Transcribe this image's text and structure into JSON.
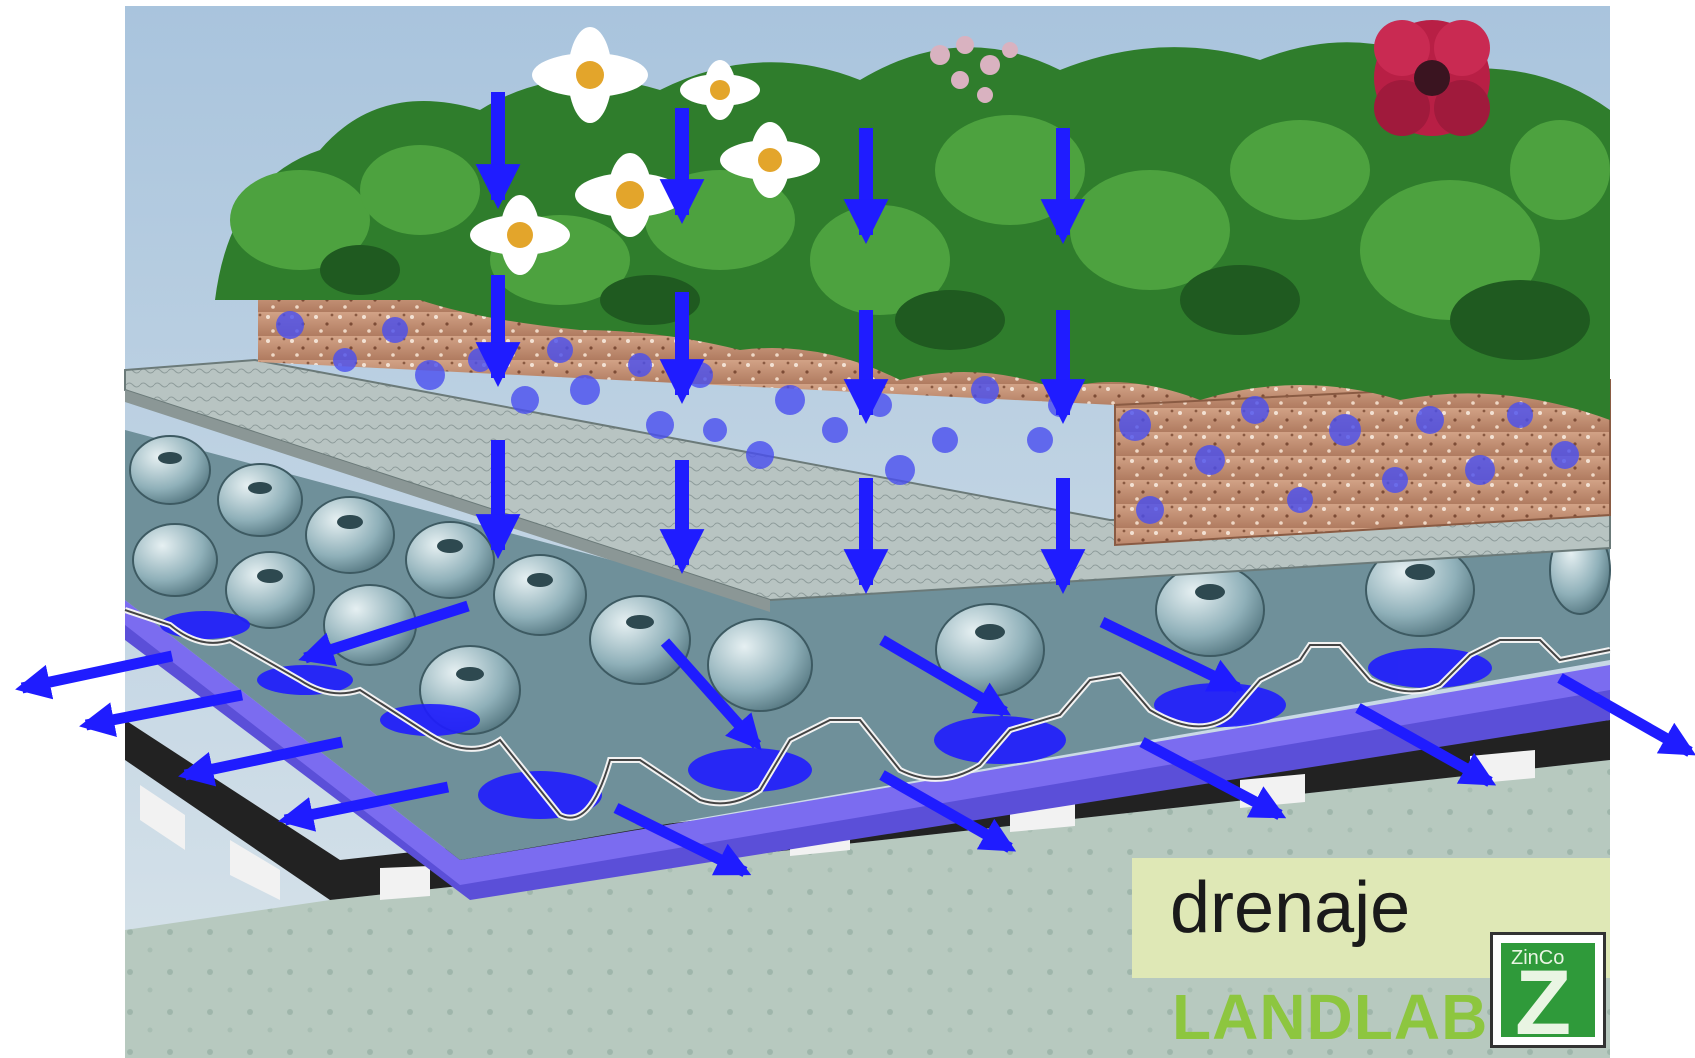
{
  "caption": {
    "text": "drenaje"
  },
  "brand": {
    "name": "LANDLAB",
    "logo_text": "ZinCo",
    "logo_letter": "Z"
  },
  "colors": {
    "sky": "#b9d3e8",
    "water": "#1f1cff",
    "soil": "#c49071",
    "foliage": "#2f7d2c",
    "drainage_board": "#8fb3bd",
    "caption_bg": "#dfe8b6",
    "brand_green": "#8dc63f"
  },
  "layers": [
    "vegetation",
    "substrate",
    "filter-sheet",
    "drainage-element",
    "protection-mat",
    "membrane",
    "slab"
  ]
}
